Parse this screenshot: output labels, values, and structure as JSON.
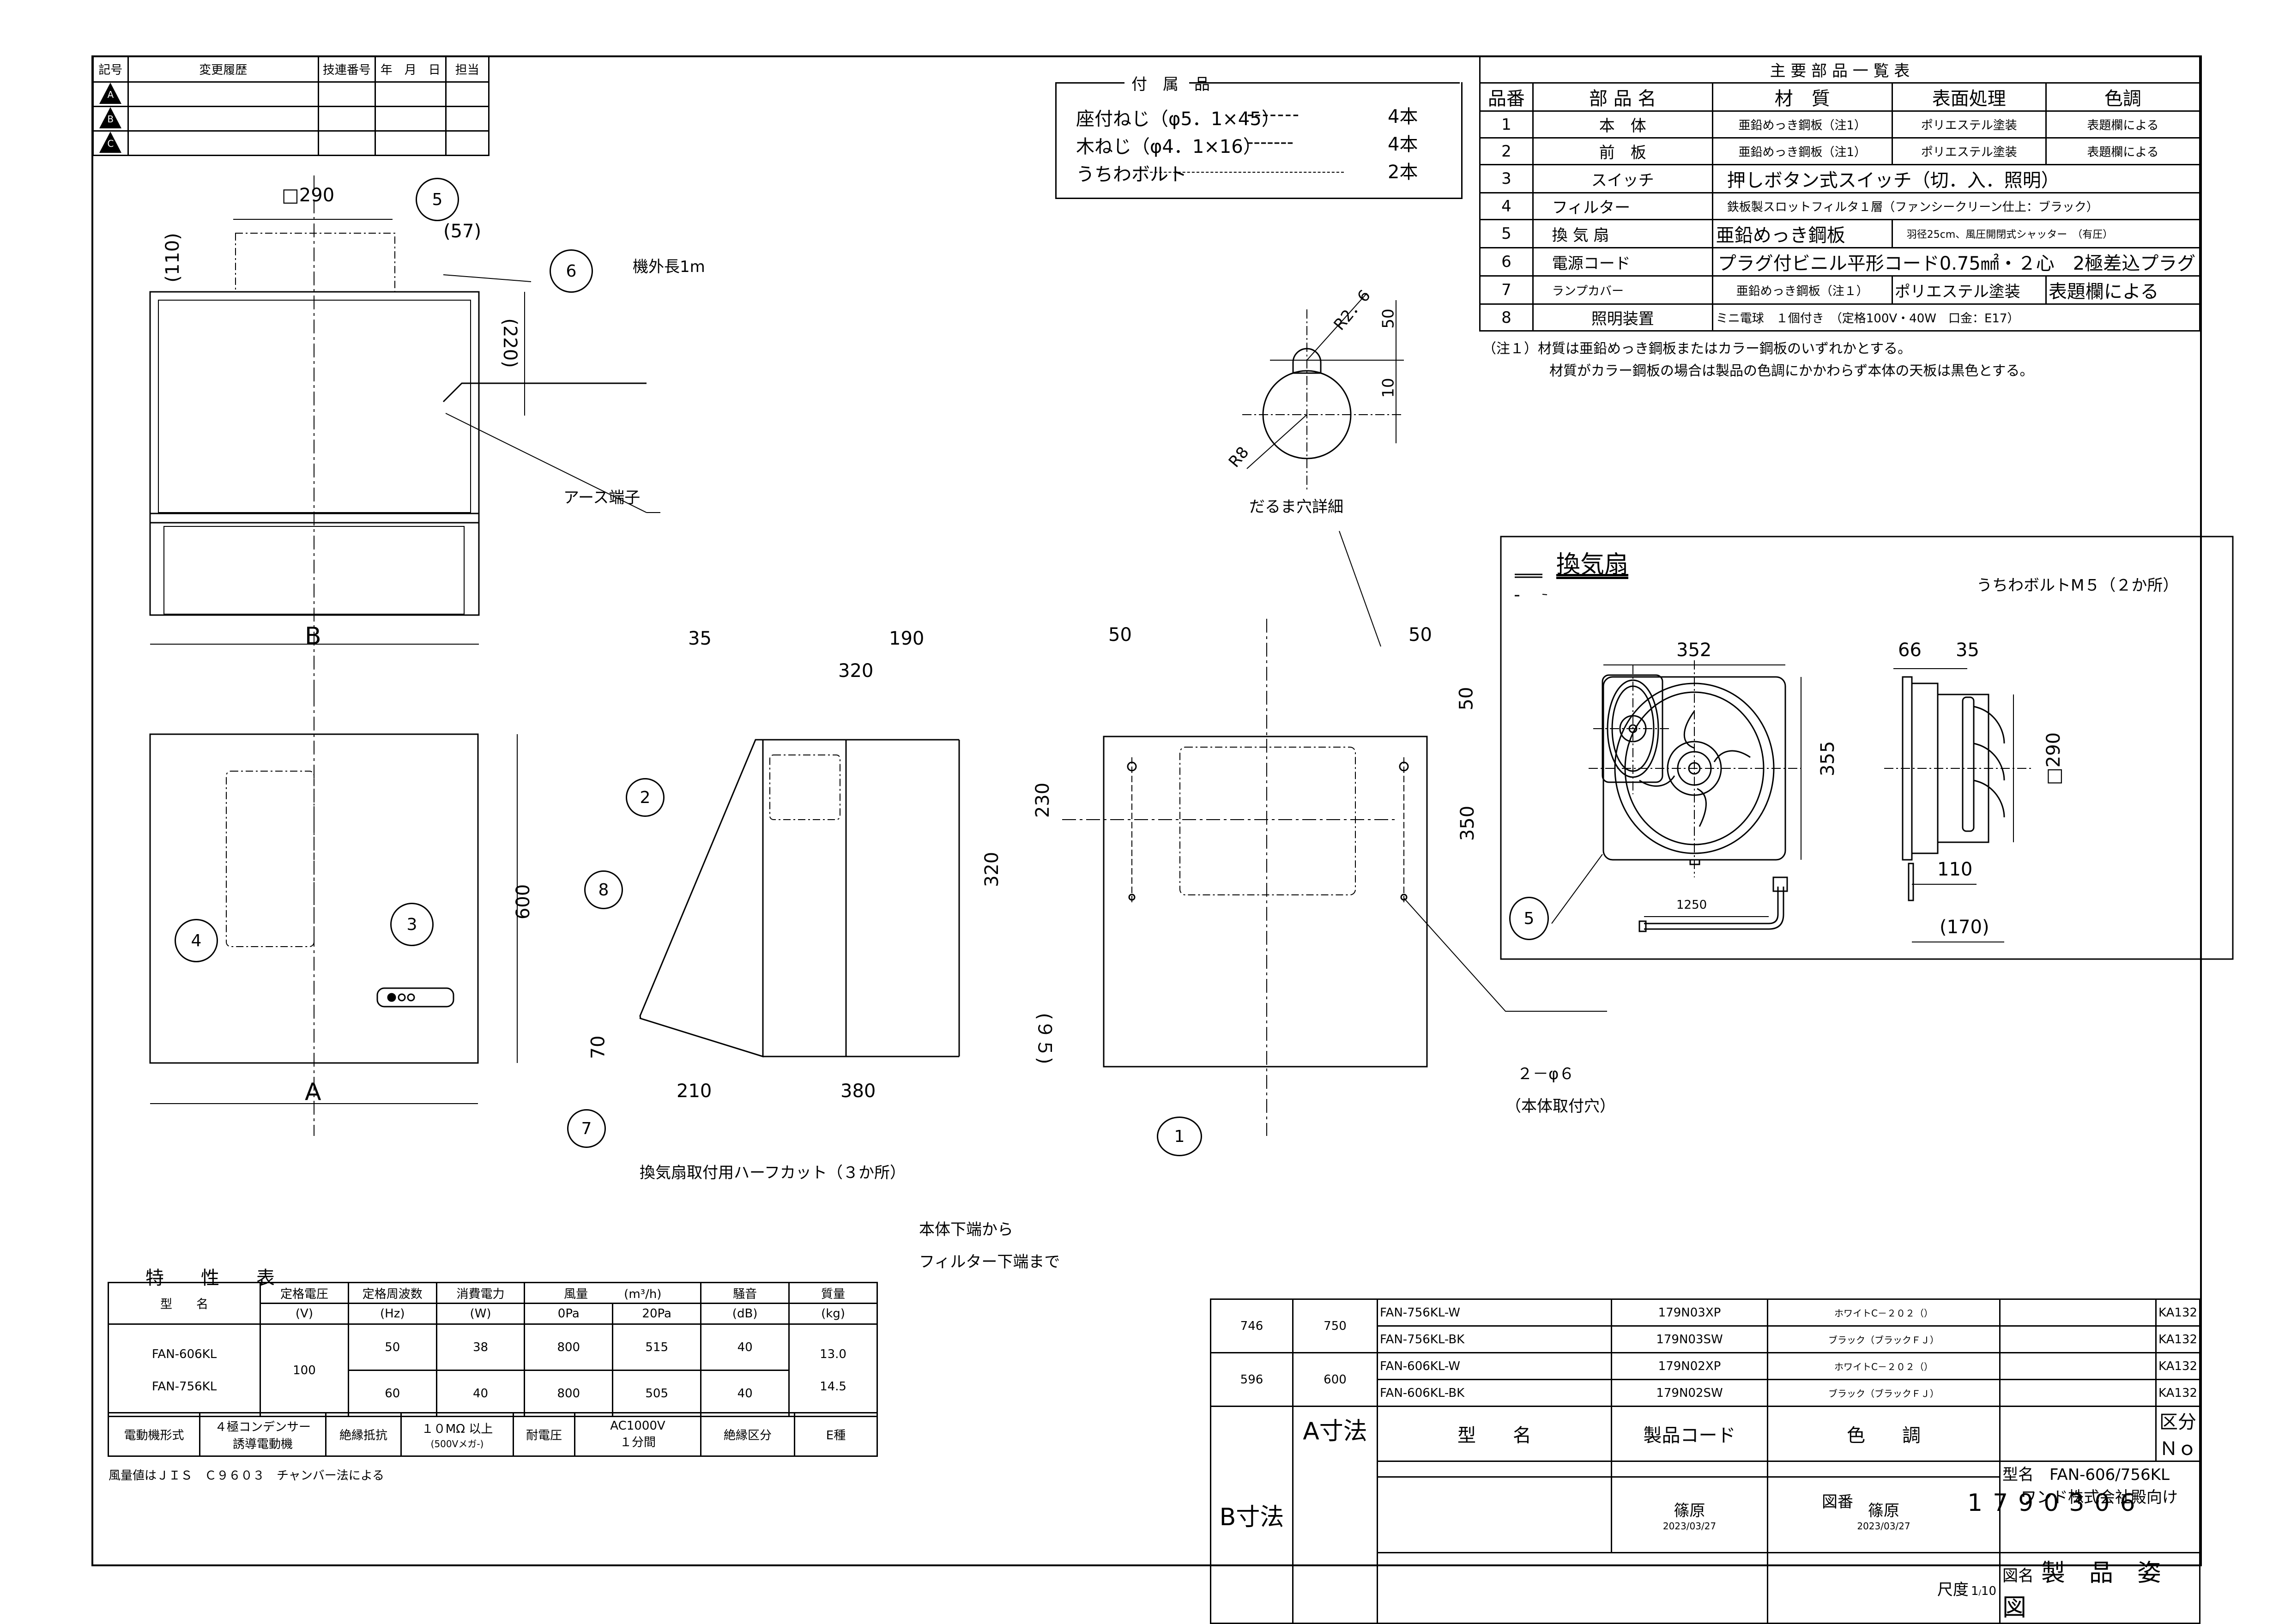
{
  "revision_table": {
    "headers": [
      "記号",
      "変更履歴",
      "技連番号",
      "年　月　日",
      "担当"
    ],
    "rows": [
      {
        "mark": "A"
      },
      {
        "mark": "B"
      },
      {
        "mark": "C"
      }
    ]
  },
  "accessories": {
    "title": "付　属　品",
    "items": [
      {
        "name": "座付ねじ（φ5．1×45）",
        "qty": "4本"
      },
      {
        "name": "木ねじ（φ4．1×16）",
        "qty": "4本"
      },
      {
        "name": "うちわボルト",
        "qty": "2本"
      }
    ]
  },
  "parts_table": {
    "title": "主 要 部 品 一 覧 表",
    "headers": [
      "品番",
      "部 品 名",
      "材　質",
      "表面処理",
      "色調"
    ],
    "rows": [
      {
        "no": "1",
        "name": "本　体",
        "material": "亜鉛めっき鋼板（注1）",
        "finish": "ポリエステル塗装",
        "color": "表題欄による"
      },
      {
        "no": "2",
        "name": "前　板",
        "material": "亜鉛めっき鋼板（注1）",
        "finish": "ポリエステル塗装",
        "color": "表題欄による"
      },
      {
        "no": "3",
        "name": "スイッチ",
        "merged": "押しボタン式スイッチ（切．入．照明）"
      },
      {
        "no": "4",
        "name": "フィルター",
        "merged": "鉄板製スロットフィルタ１層（ファンシークリーン仕上：ブラック）"
      },
      {
        "no": "5",
        "name": "換 気 扇",
        "material": "亜鉛めっき鋼板",
        "finish_merged": "羽径25cm、風圧開閉式シャッター　（有圧）"
      },
      {
        "no": "6",
        "name": "電源コード",
        "merged": "プラグ付ビニル平形コード0.75㎟・２心　2極差込プラグ"
      },
      {
        "no": "7",
        "name": "ランプカバー",
        "material": "亜鉛めっき鋼板（注１）",
        "finish": "ポリエステル塗装",
        "color": "表題欄による"
      },
      {
        "no": "8",
        "name": "照明装置",
        "merged": "ミニ電球　１個付き　（定格100V・40W　口金：E17）"
      }
    ],
    "notes": [
      "（注１）材質は亜鉛めっき鋼板またはカラー鋼板のいずれかとする。",
      "材質がカラー鋼板の場合は製品の色調にかかわらず本体の天板は黒色とする。"
    ]
  },
  "drawing": {
    "top_view": {
      "duct_size": "□290",
      "duct_height": "(110)",
      "cord_offset": "(57)",
      "cord_height": "(220)",
      "cord_length": "機外長1m",
      "earth_label": "アース端子",
      "width_label": "B",
      "balloon_5": "5",
      "balloon_6": "6"
    },
    "front_view": {
      "height": "600",
      "width_label": "A",
      "balloon_3": "3",
      "balloon_4": "4"
    },
    "side_view": {
      "dim_35": "35",
      "dim_190": "190",
      "dim_320_h": "320",
      "dim_230": "230",
      "dim_320_v": "320",
      "dim_70": "70",
      "dim_95": "(９５)",
      "dim_210": "210",
      "dim_380": "380",
      "balloon_2": "2",
      "balloon_8": "8",
      "balloon_7": "7",
      "halfcut_label": "換気扇取付用ハーフカット（３か所）",
      "filter_label_1": "本体下端から",
      "filter_label_2": "フィルター下端まで"
    },
    "back_view": {
      "dim_50_left": "50",
      "dim_50_right": "50",
      "dim_50_top": "50",
      "dim_350": "350",
      "holes_label": "２－φ６",
      "holes_sub": "（本体取付穴）",
      "balloon_1": "1"
    },
    "keyhole_detail": {
      "r_small": "R2．6",
      "r_large": "R8",
      "dim_50": "50",
      "dim_10": "10",
      "title": "だるま穴詳細"
    },
    "fan_detail": {
      "title": "換気扇",
      "bolt_note": "うちわボルトM５（２か所）",
      "width": "352",
      "height": "355",
      "depth_66": "66",
      "depth_35": "35",
      "duct": "□290",
      "dim_110": "110",
      "dim_170": "(170)",
      "cord": "1250",
      "balloon_5": "5"
    }
  },
  "spec_table": {
    "title": "特　　性　　表",
    "headers": {
      "model": "型　　名",
      "voltage": "定格電圧",
      "voltage_unit": "(V)",
      "freq": "定格周波数",
      "freq_unit": "(Hz)",
      "power": "消費電力",
      "power_unit": "(W)",
      "airflow": "風量",
      "airflow_unit": "(m³/h)",
      "airflow_0": "0Pa",
      "airflow_20": "20Pa",
      "noise": "騒音",
      "noise_unit": "(dB)",
      "mass": "質量",
      "mass_unit": "(kg)"
    },
    "models": [
      "FAN-606KL",
      "FAN-756KL"
    ],
    "voltage": "100",
    "rows": [
      {
        "freq": "50",
        "power": "38",
        "air0": "800",
        "air20": "515",
        "noise": "40"
      },
      {
        "freq": "60",
        "power": "40",
        "air0": "800",
        "air20": "505",
        "noise": "40"
      }
    ],
    "mass": [
      "13.0",
      "14.5"
    ],
    "motor": {
      "type_label": "電動機形式",
      "type_value_1": "４極コンデンサー",
      "type_value_2": "誘導電動機",
      "insul_label": "絶縁抵抗",
      "insul_value_1": "１０MΩ 以上",
      "insul_value_2": "(500Vメガ-)",
      "withstand_label": "耐電圧",
      "withstand_value_1": "AC1000V",
      "withstand_value_2": "１分間",
      "class_label": "絶縁区分",
      "class_value": "E種"
    },
    "note": "風量値はＪＩＳ　Ｃ９６０３　チャンバー法による"
  },
  "model_table": {
    "rows": [
      {
        "b": "746",
        "a": "750",
        "model": "FAN-756KL-W",
        "code": "179N03XP",
        "color": "ホワイトC－２０２（）",
        "kubun": "KA132"
      },
      {
        "b": "",
        "a": "",
        "model": "FAN-756KL-BK",
        "code": "179N03SW",
        "color": "ブラック（ブラックＦＪ）",
        "kubun": "KA132"
      },
      {
        "b": "596",
        "a": "600",
        "model": "FAN-606KL-W",
        "code": "179N02XP",
        "color": "ホワイトC－２０２（）",
        "kubun": "KA132"
      },
      {
        "b": "",
        "a": "",
        "model": "FAN-606KL-BK",
        "code": "179N02SW",
        "color": "ブラック（ブラックＦＪ）",
        "kubun": "KA132"
      }
    ],
    "headers": {
      "model": "型　　名",
      "code": "製品コード",
      "color": "色　　調",
      "kubun": "区分Ｎｏ"
    },
    "b_dim": "B寸法",
    "a_dim": "A寸法"
  },
  "title_block": {
    "checker_1": "篠原",
    "date_1": "2023/03/27",
    "checker_2": "篠原",
    "date_2": "2023/03/27",
    "model_label": "型名",
    "model_value": "FAN-606/756KL",
    "customer": "ワンド株式会社殿向け",
    "drawing_no_label": "図番",
    "drawing_no": "1790306",
    "scale_label": "尺度",
    "scale_num": "1",
    "scale_den": "10",
    "drawing_name_label": "図名",
    "drawing_name": "製　品　姿　図"
  }
}
